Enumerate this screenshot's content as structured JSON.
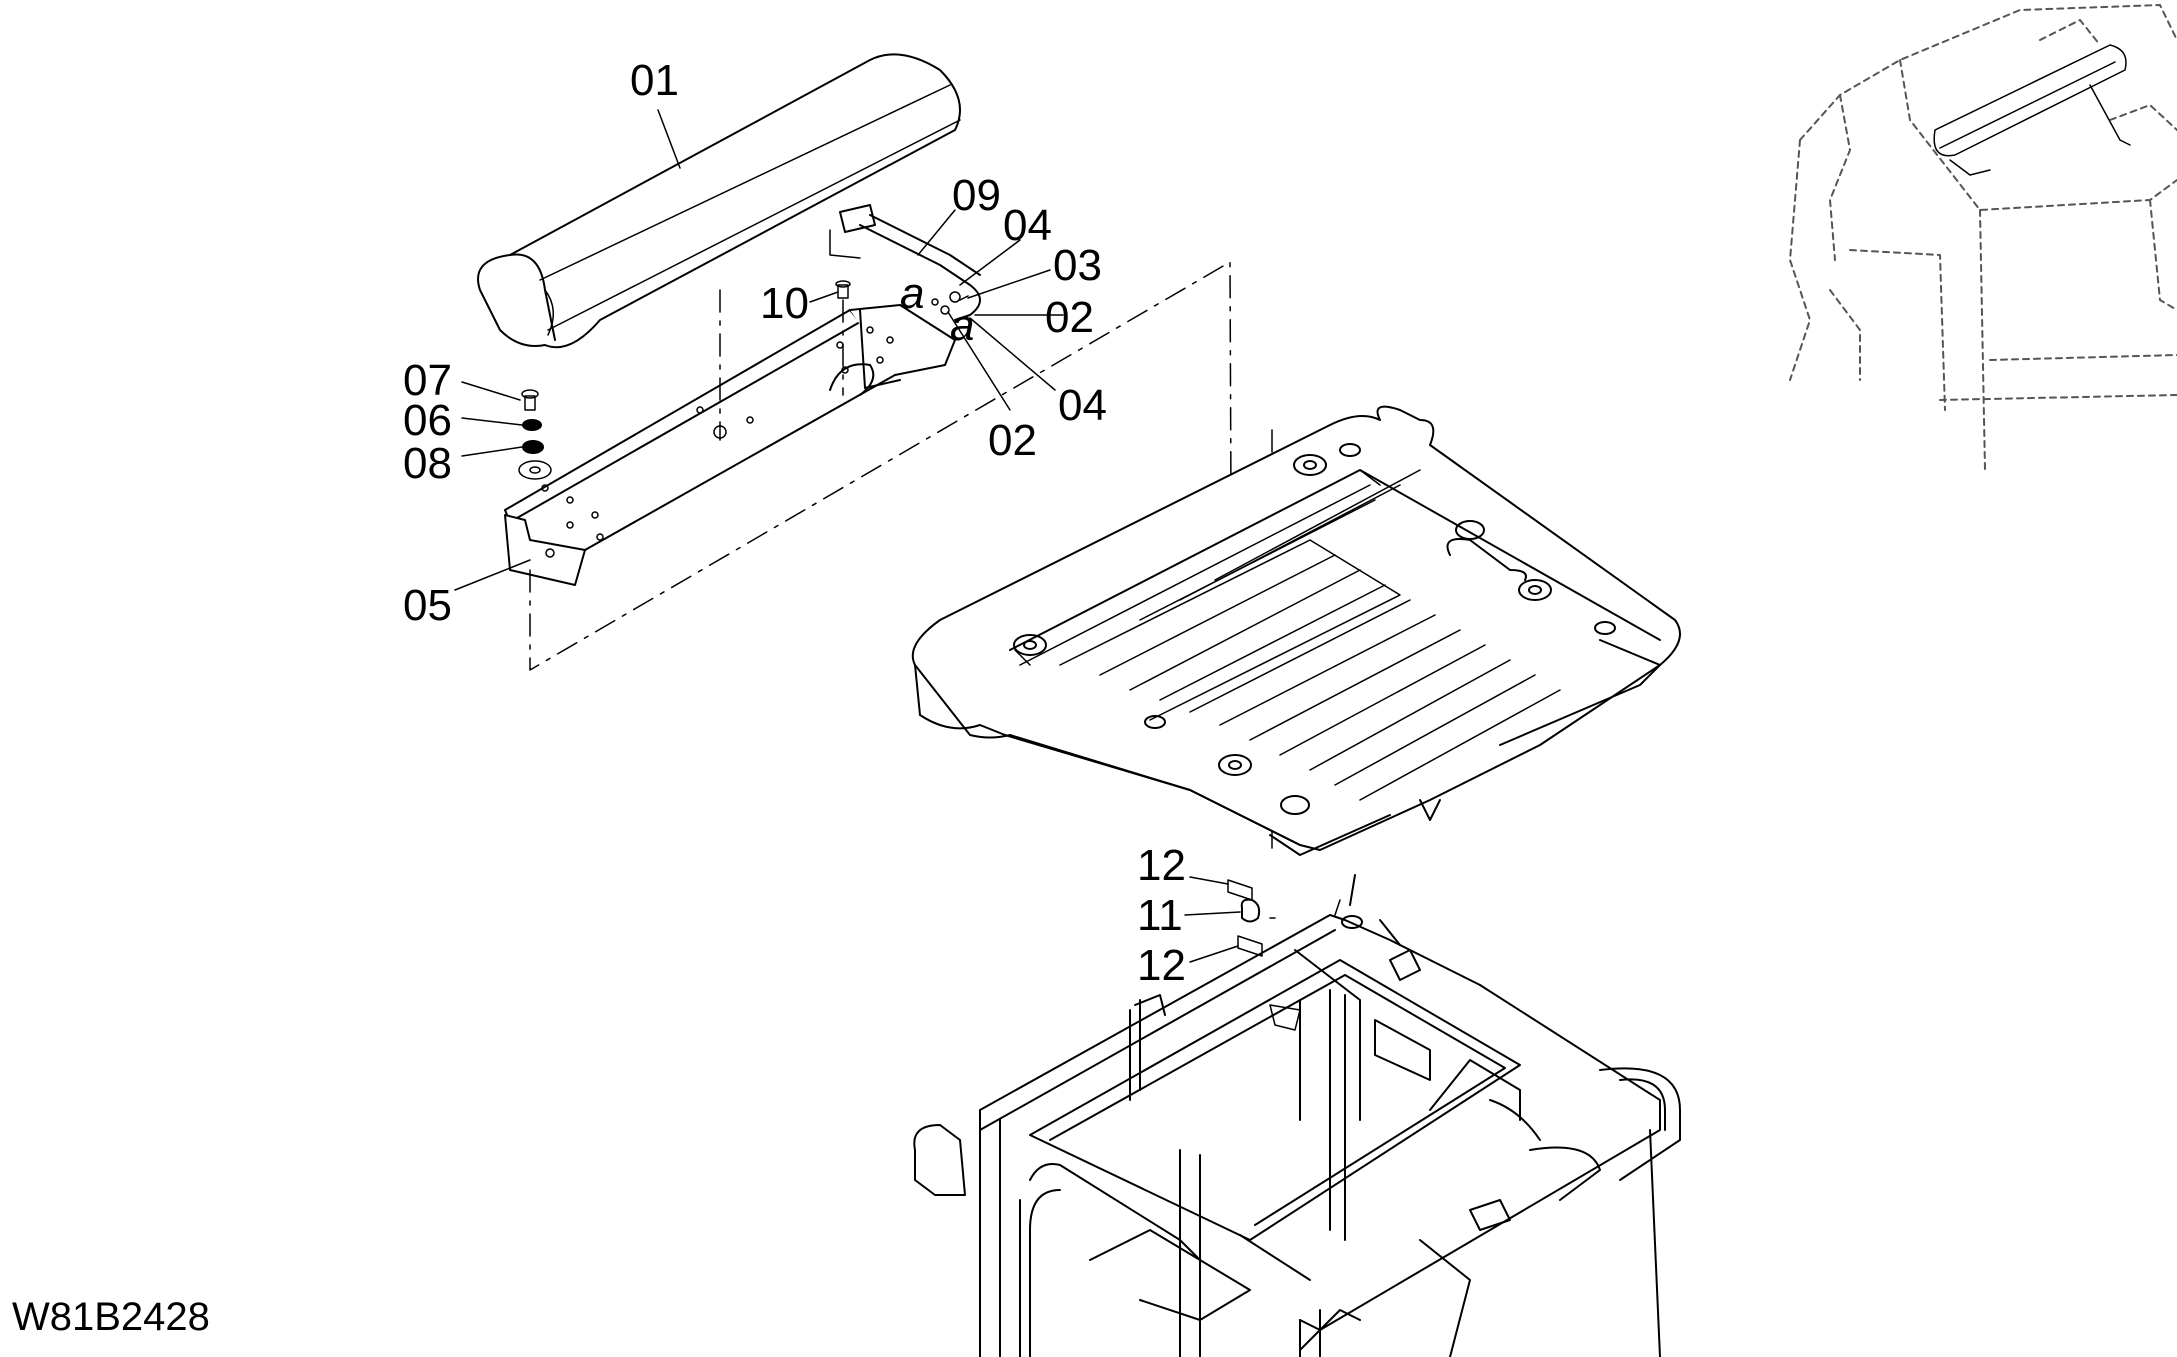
{
  "diagram_code": "W81B2428",
  "callouts": [
    {
      "id": "01",
      "label": "01"
    },
    {
      "id": "09",
      "label": "09"
    },
    {
      "id": "04a",
      "label": "04"
    },
    {
      "id": "03",
      "label": "03"
    },
    {
      "id": "02a",
      "label": "02"
    },
    {
      "id": "04b",
      "label": "04"
    },
    {
      "id": "02b",
      "label": "02"
    },
    {
      "id": "10",
      "label": "10"
    },
    {
      "id": "07",
      "label": "07"
    },
    {
      "id": "06",
      "label": "06"
    },
    {
      "id": "08",
      "label": "08"
    },
    {
      "id": "05",
      "label": "05"
    },
    {
      "id": "12a",
      "label": "12"
    },
    {
      "id": "11",
      "label": "11"
    },
    {
      "id": "12b",
      "label": "12"
    }
  ],
  "markers": [
    "a",
    "a"
  ]
}
